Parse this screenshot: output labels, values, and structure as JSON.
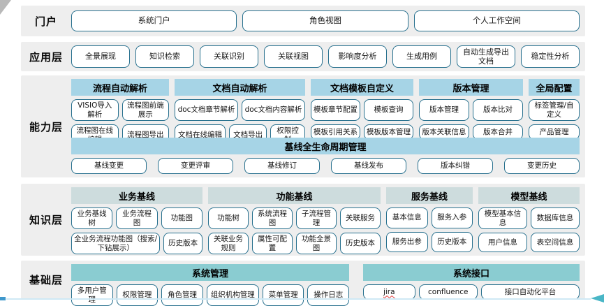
{
  "colors": {
    "band_bg": "#eeeeee",
    "capability_header": "#a6d4e6",
    "knowledge_header": "#cddcdd",
    "base_header": "#8accd1",
    "box_border": "#27708e",
    "underline_red": "#e23b3b"
  },
  "misspelled_labels": [
    "jira"
  ],
  "layers": {
    "portal": {
      "label": "门户",
      "buttons": [
        "系统门户",
        "角色视图",
        "个人工作空间"
      ]
    },
    "application": {
      "label": "应用层",
      "buttons": [
        "全景展现",
        "知识检索",
        "关联识别",
        "关联视图",
        "影响度分析",
        "生成用例",
        "自动生成导出文档",
        "稳定性分析"
      ]
    },
    "capability": {
      "label": "能力层",
      "groups": [
        {
          "header": "流程自动解析",
          "rows": [
            [
              "VISIO导入解析",
              "流程图前端展示"
            ],
            [
              "流程图在线编辑",
              "流程图导出"
            ]
          ]
        },
        {
          "header": "文档自动解析",
          "rows": [
            [
              "doc文档章节解析",
              "doc文档内容解析"
            ],
            [
              "文档在线编辑",
              "文档导出",
              "权限控制"
            ]
          ]
        },
        {
          "header": "文档模板自定义",
          "rows": [
            [
              "模板章节配置",
              "模板查询"
            ],
            [
              "模板引用关系",
              "模板版本管理"
            ]
          ]
        },
        {
          "header": "版本管理",
          "rows": [
            [
              "版本管理",
              "版本比对"
            ],
            [
              "版本关联信息",
              "版本合并"
            ]
          ]
        },
        {
          "header": "全局配置",
          "rows": [
            [
              "标签管理/自定义"
            ],
            [
              "产品管理"
            ]
          ]
        }
      ],
      "banner": {
        "header": "基线全生命周期管理",
        "buttons": [
          "基线变更",
          "变更评审",
          "基线修订",
          "基线发布",
          "版本纠错",
          "变更历史"
        ]
      }
    },
    "knowledge": {
      "label": "知识层",
      "groups": [
        {
          "header": "业务基线",
          "rows": [
            [
              "业务基线树",
              "业务流程图",
              "功能图"
            ],
            [
              "全业务流程功能图（搜索/下钻展示）",
              "历史版本"
            ]
          ]
        },
        {
          "header": "功能基线",
          "rows": [
            [
              "功能树",
              "系统流程图",
              "子流程管理",
              "关联服务"
            ],
            [
              "关联业务规则",
              "属性可配置",
              "功能全景图",
              "历史版本"
            ]
          ]
        },
        {
          "header": "服务基线",
          "rows": [
            [
              "基本信息",
              "服务入参"
            ],
            [
              "服务出参",
              "历史版本"
            ]
          ]
        },
        {
          "header": "模型基线",
          "rows": [
            [
              "模型基本信息",
              "数据库信息"
            ],
            [
              "用户信息",
              "表空间信息"
            ]
          ]
        }
      ]
    },
    "base": {
      "label": "基础层",
      "groups": [
        {
          "header": "系统管理",
          "rows": [
            [
              "多用户管理",
              "权限管理",
              "角色管理",
              "组织机构管理",
              "菜单管理",
              "操作日志"
            ]
          ]
        },
        {
          "header": "系统接口",
          "rows": [
            [
              "jira",
              "confluence",
              "接口自动化平台"
            ]
          ]
        }
      ]
    }
  }
}
